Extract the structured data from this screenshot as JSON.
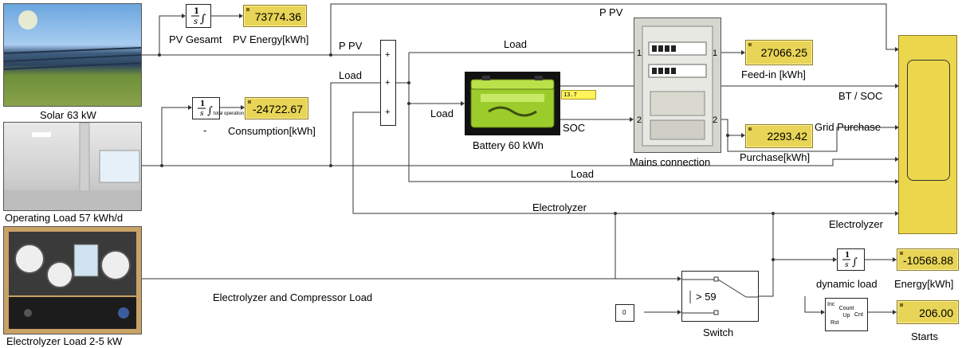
{
  "photos": {
    "solar": {
      "caption": "Solar 63 kW"
    },
    "operating": {
      "caption": "Operating Load 57 kWh/d"
    },
    "electrolyzer": {
      "caption": "Electrolyzer Load 2-5 kW"
    }
  },
  "pv_integrator": {
    "label": "PV Gesamt"
  },
  "pv_energy": {
    "value": "73774.36",
    "label": "PV Energy[kWh]"
  },
  "consumption_integrator": {
    "label": "-",
    "sublabel": "total operation"
  },
  "consumption": {
    "value": "-24722.67",
    "label": "Consumption[kWh]"
  },
  "sum_block": {
    "inputs": [
      "+",
      "+",
      "+"
    ]
  },
  "battery": {
    "label": "Battery 60 kWh",
    "port_soc": "SOC",
    "readout": "13.7"
  },
  "mains": {
    "label": "Mains connection",
    "port_in1": "1",
    "port_in2": "2",
    "port_out1": "1",
    "port_out2": "2"
  },
  "feed_in": {
    "value": "27066.25",
    "label": "Feed-in [kWh]"
  },
  "purchase": {
    "value": "2293.42",
    "label": "Purchase[kWh]"
  },
  "signals": {
    "p_pv_top": "P PV",
    "p_pv_sum": "P PV",
    "load_sum": "Load",
    "load_top": "Load",
    "load_battery": "Load",
    "load_mid": "Load",
    "bt_soc": "BT / SOC",
    "grid_purchase": "Grid Purchase",
    "electrolyzer_mid": "Electrolyzer",
    "electrolyzer_scope": "Electrolyzer",
    "compressor_load": "Electrolyzer and Compressor Load"
  },
  "switch": {
    "label": "Switch",
    "threshold": "> 59"
  },
  "constant": {
    "value": "0"
  },
  "dynamic_integrator": {
    "label": "dynamic load"
  },
  "energy": {
    "value": "-10568.88",
    "label": "Energy[kWh]"
  },
  "counter": {
    "inc": "Inc",
    "rst": "Rst",
    "title": "Count Up",
    "cnt": "Cnt"
  },
  "starts": {
    "value": "206.00",
    "label": "Starts"
  },
  "integrator_symbol": {
    "num": "1",
    "den": "s"
  },
  "colors": {
    "display": "#e8d456",
    "scope": "#ecd64c",
    "battery": "#9ccc2c",
    "wire": "#333333"
  }
}
